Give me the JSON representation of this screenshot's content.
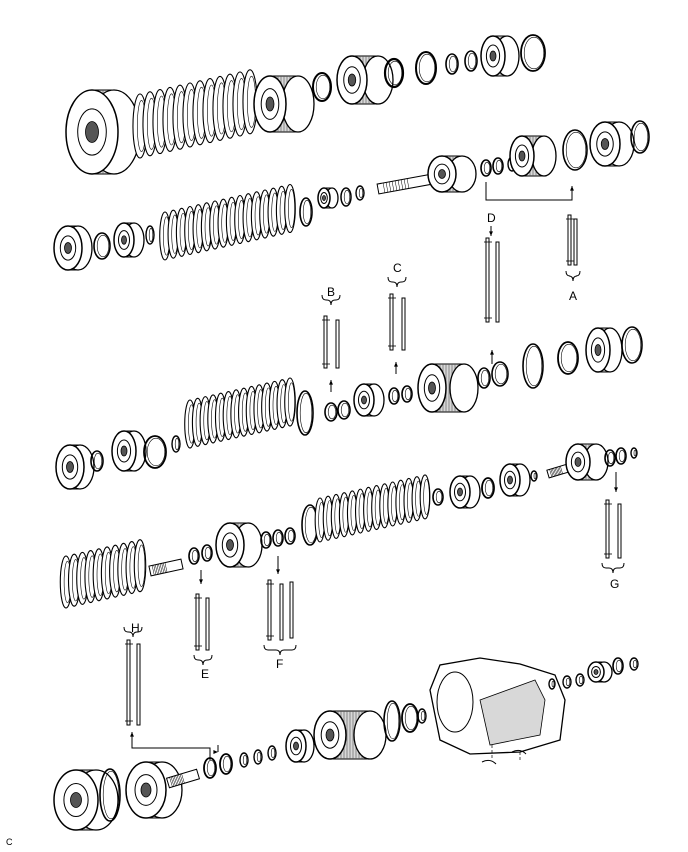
{
  "diagram": {
    "callouts": {
      "a": "A",
      "b": "B",
      "c": "C",
      "d": "D",
      "e": "E",
      "f": "F",
      "g": "G",
      "h": "H"
    },
    "page_code": "C",
    "colors": {
      "stroke": "#000000",
      "fill": "#ffffff",
      "shade": "#d8d8d8",
      "dark": "#555555"
    }
  }
}
